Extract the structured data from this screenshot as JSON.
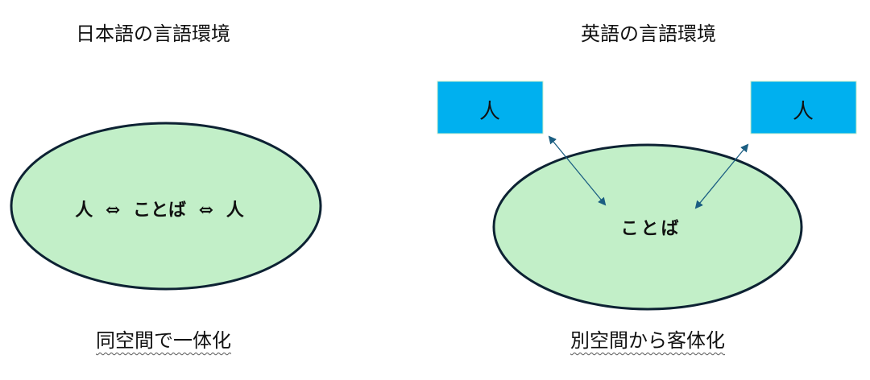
{
  "left": {
    "heading": "日本語の言語環境",
    "ellipse_text": "人 ⇔ ことば ⇔ 人",
    "caption": "同空間で一体化"
  },
  "right": {
    "heading": "英語の言語環境",
    "person_left": "人",
    "person_right": "人",
    "ellipse_text": "ことば",
    "caption": "別空間から客体化"
  },
  "colors": {
    "ellipse_fill": "#c2efc8",
    "ellipse_stroke": "#0d2233",
    "box_fill": "#00b0ef",
    "arrow": "#1b5e82"
  }
}
